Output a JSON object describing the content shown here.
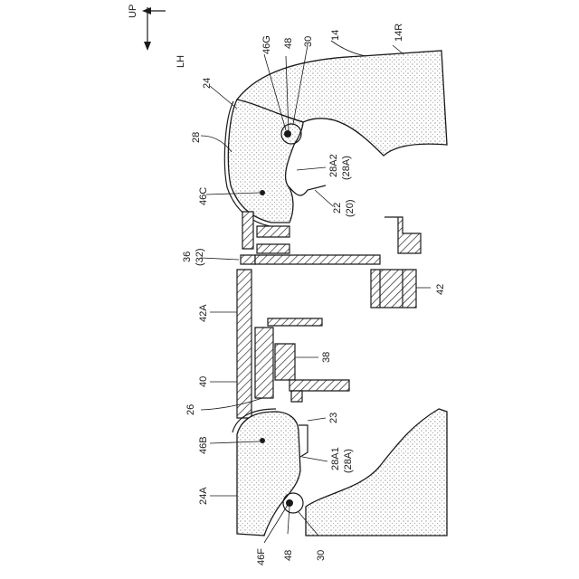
{
  "orientation": {
    "up_label": "UP",
    "lh_label": "LH"
  },
  "reference_numerals": [
    {
      "key": "n14R",
      "text": "14R"
    },
    {
      "key": "n14",
      "text": "14"
    },
    {
      "key": "n24",
      "text": "24"
    },
    {
      "key": "n46G",
      "text": "46G"
    },
    {
      "key": "n48top",
      "text": "48"
    },
    {
      "key": "n30top",
      "text": "30"
    },
    {
      "key": "n28",
      "text": "28"
    },
    {
      "key": "n28A2",
      "text": "28A2"
    },
    {
      "key": "n28A2s",
      "text": "(28A)"
    },
    {
      "key": "n46C",
      "text": "46C"
    },
    {
      "key": "n22",
      "text": "22"
    },
    {
      "key": "n22s",
      "text": "(20)"
    },
    {
      "key": "n36",
      "text": "36"
    },
    {
      "key": "n36s",
      "text": "(32)"
    },
    {
      "key": "n42",
      "text": "42"
    },
    {
      "key": "n42A",
      "text": "42A"
    },
    {
      "key": "n38",
      "text": "38"
    },
    {
      "key": "n40",
      "text": "40"
    },
    {
      "key": "n26",
      "text": "26"
    },
    {
      "key": "n23",
      "text": "23"
    },
    {
      "key": "n46B",
      "text": "46B"
    },
    {
      "key": "n28A1",
      "text": "28A1"
    },
    {
      "key": "n28A1s",
      "text": "(28A)"
    },
    {
      "key": "n24A",
      "text": "24A"
    },
    {
      "key": "n46F",
      "text": "46F"
    },
    {
      "key": "n48bot",
      "text": "48"
    },
    {
      "key": "n30bot",
      "text": "30"
    }
  ],
  "labels": {
    "up": "UP",
    "lh": "LH",
    "n14R": "14R",
    "n14": "14",
    "n24": "24",
    "n46G": "46G",
    "n48top": "48",
    "n30top": "30",
    "n28": "28",
    "n28A2": "28A2",
    "n28A2s": "(28A)",
    "n46C": "46C",
    "n22": "22",
    "n22s": "(20)",
    "n36": "36",
    "n36s": "(32)",
    "n42": "42",
    "n42A": "42A",
    "n38": "38",
    "n40": "40",
    "n26": "26",
    "n23": "23",
    "n46B": "46B",
    "n28A1": "28A1",
    "n28A1s": "(28A)",
    "n24A": "24A",
    "n46F": "46F",
    "n48bot": "48",
    "n30bot": "30"
  }
}
